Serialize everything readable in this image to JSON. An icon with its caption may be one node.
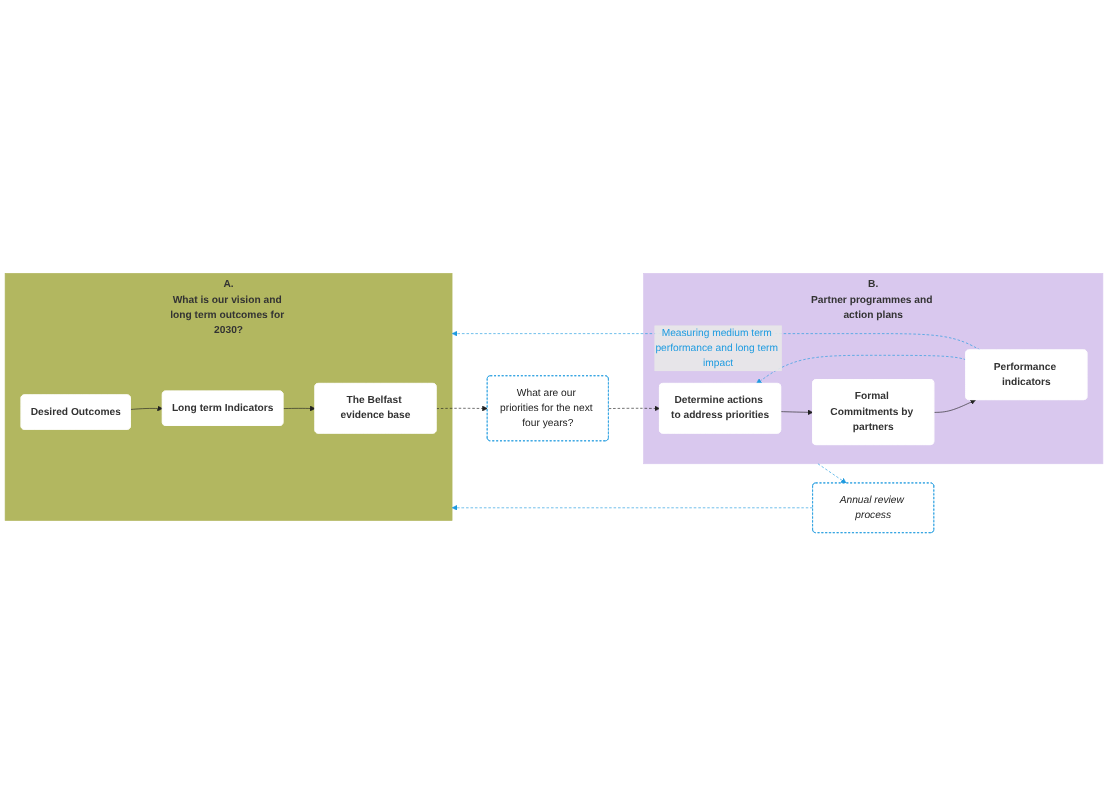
{
  "diagram": {
    "nodes": [
      {
        "text": [
          "What is our vision and long term outcomes for 2030?"
        ],
        "beside": [
          "A."
        ]
      },
      {
        "text": [
          "Desired Outcomes"
        ],
        "in": 0
      },
      {
        "text": [
          "Long term Indicators"
        ],
        "in": 0
      },
      {
        "text": [
          "The Belfast evidence base"
        ],
        "in": 0
      },
      {
        "text": [
          "What are our priorities for the next four years?"
        ]
      },
      {
        "text": [
          "Annual review process"
        ]
      },
      {
        "text": [
          "Partner programmes and action plans"
        ],
        "beside": [
          "B."
        ]
      },
      {
        "text": [
          "Determine actions to address priorities"
        ],
        "in": 6
      },
      {
        "text": [
          "Formal Commitments by partners"
        ],
        "in": 6
      },
      {
        "text": [
          "Performance indicators"
        ],
        "in": 6
      }
    ],
    "edges": [
      {
        "from": 1,
        "to": 2,
        "arrow": "to"
      },
      {
        "from": 2,
        "to": 3,
        "arrow": "to"
      },
      {
        "from": 3,
        "to": 4,
        "arrow": "to",
        "style": "dashed"
      },
      {
        "from": 4,
        "to": 7,
        "arrow": "to",
        "style": "dashed"
      },
      {
        "from": 7,
        "to": 8,
        "arrow": "to"
      },
      {
        "from": 8,
        "to": 9,
        "arrow": "to"
      },
      {
        "from": 6,
        "to": 5,
        "arrow": "to",
        "style": "dashed",
        "color": "#1e9be0"
      },
      {
        "from": 5,
        "to": 0,
        "arrow": "to",
        "style": "dashed",
        "color": "#1e9be0"
      },
      {
        "from": 9,
        "to": 0,
        "arrow": "to",
        "style": "dashed",
        "color": "#1e9be0",
        "label": "Measuring medium term performance and long term impact"
      },
      {
        "from": 9,
        "to": 7,
        "arrow": "to",
        "style": "dashed",
        "color": "#1e9be0"
      }
    ]
  }
}
